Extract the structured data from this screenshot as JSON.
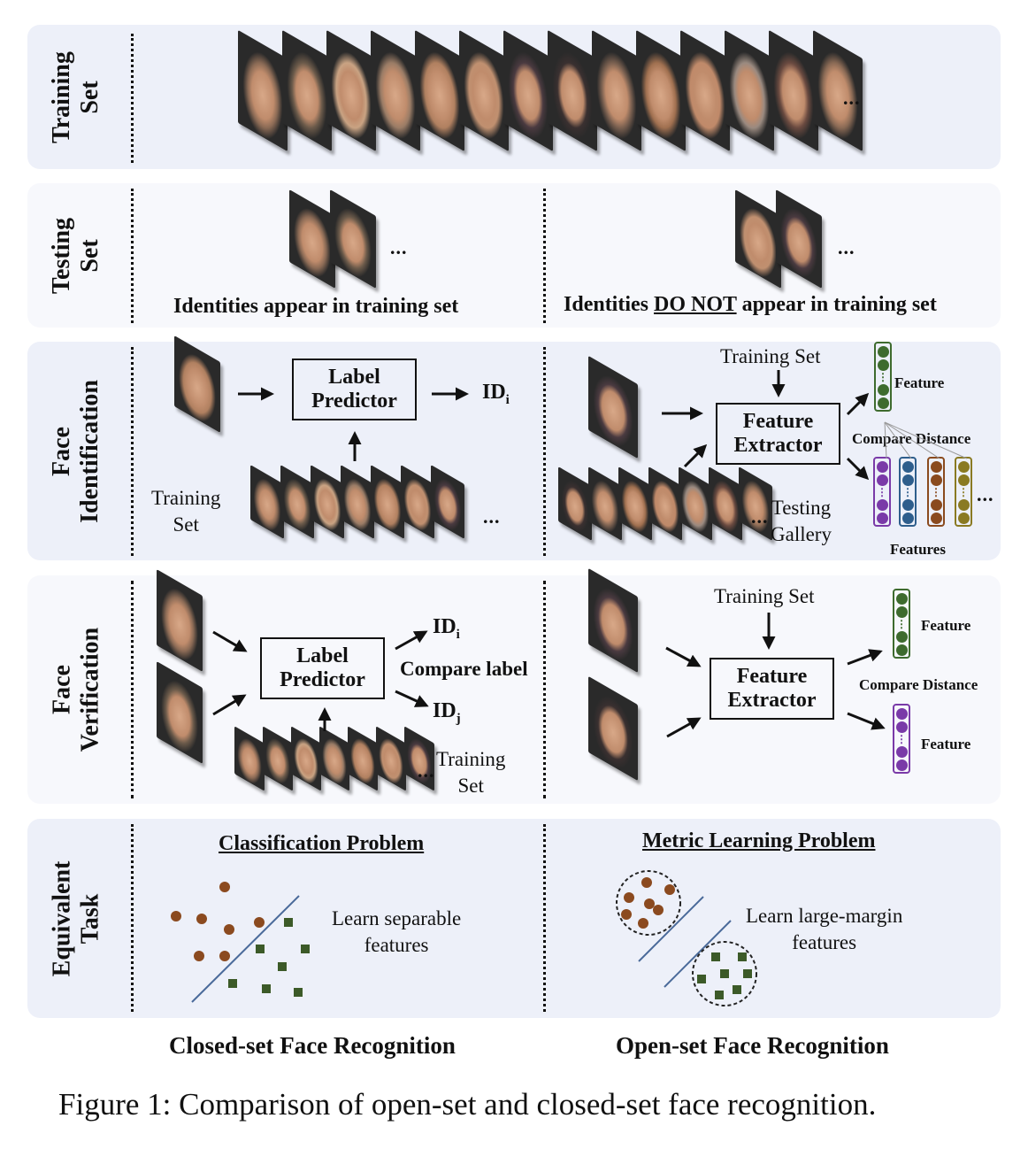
{
  "rows": {
    "training": {
      "label": "Training\nSet",
      "ellipsis": "..."
    },
    "testing": {
      "label": "Testing\nSet",
      "left_caption": "Identities appear in training set",
      "right_caption_pre": "Identities ",
      "right_caption_emph": "DO NOT",
      "right_caption_post": " appear in training set",
      "ellipsis": "..."
    },
    "identification": {
      "label": "Face\nIdentification",
      "closed": {
        "box": "Label\nPredictor",
        "output": "ID",
        "output_sub": "i",
        "training_label": "Training\nSet",
        "ellipsis": "..."
      },
      "open": {
        "training_label": "Training Set",
        "box": "Feature\nExtractor",
        "feature_label": "Feature",
        "compare_label": "Compare Distance",
        "features_label": "Features",
        "gallery_label": "Testing\nGallery",
        "ellipsis": "..."
      }
    },
    "verification": {
      "label": "Face\nVerification",
      "closed": {
        "box": "Label\nPredictor",
        "out1": "ID",
        "out1_sub": "i",
        "out2": "ID",
        "out2_sub": "j",
        "compare_label": "Compare label",
        "training_label": "Training\nSet",
        "ellipsis": "..."
      },
      "open": {
        "training_label": "Training Set",
        "box": "Feature\nExtractor",
        "feature1_label": "Feature",
        "feature2_label": "Feature",
        "compare_label": "Compare Distance"
      }
    },
    "equivalent": {
      "label": "Equivalent\nTask",
      "closed": {
        "title": "Classification Problem",
        "desc": "Learn separable\nfeatures"
      },
      "open": {
        "title": "Metric Learning Problem",
        "desc": "Learn large-margin\nfeatures"
      }
    }
  },
  "columns": {
    "closed": "Closed-set Face Recognition",
    "open": "Open-set Face Recognition"
  },
  "caption": "Figure 1: Comparison of open-set and closed-set face recognition.",
  "colors": {
    "panel_blue": "#edf0f9",
    "panel_white": "#f7f8fc",
    "class_a": "#8b4a1f",
    "class_b": "#3c5a28",
    "feat_green": "#3e6b2e",
    "feat_purple": "#7a3aa8",
    "feat_blue": "#2e5e8c",
    "feat_brown": "#8a4a1e",
    "feat_olive": "#8a7a22",
    "divider_line": "#4a6a9a"
  },
  "face_palette": [
    "#8a6a55",
    "#6b5a4a",
    "#c9a383",
    "#9a7c66",
    "#b08060",
    "#c09070",
    "#4a3a40",
    "#3a3030",
    "#7a6050",
    "#a07050",
    "#c08a6a",
    "#9a8a80",
    "#6a4a40"
  ]
}
